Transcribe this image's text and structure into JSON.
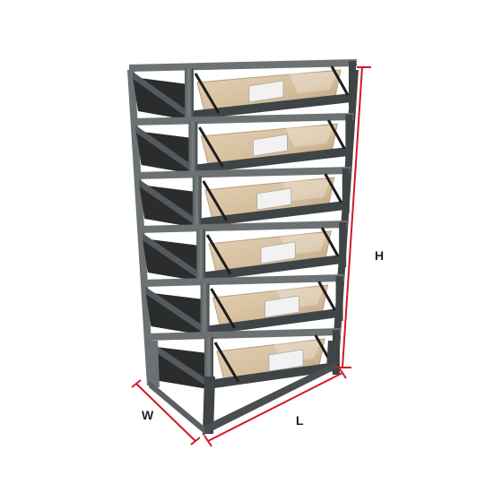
{
  "product": {
    "subject": "stacked-steel-bag-racks",
    "levels": 6
  },
  "dimensions": {
    "height_label": "H",
    "length_label": "L",
    "width_label": "W"
  },
  "colors": {
    "background": "#ffffff",
    "dimension_line": "#d11a2a",
    "steel_dark": "#3f4446",
    "steel_mid": "#6c7173",
    "bag_kraft": "#d9c4a6",
    "bag_shadow": "#b89f7d",
    "strap_black": "#1e1e1e",
    "label_white": "#f2f2f2"
  }
}
